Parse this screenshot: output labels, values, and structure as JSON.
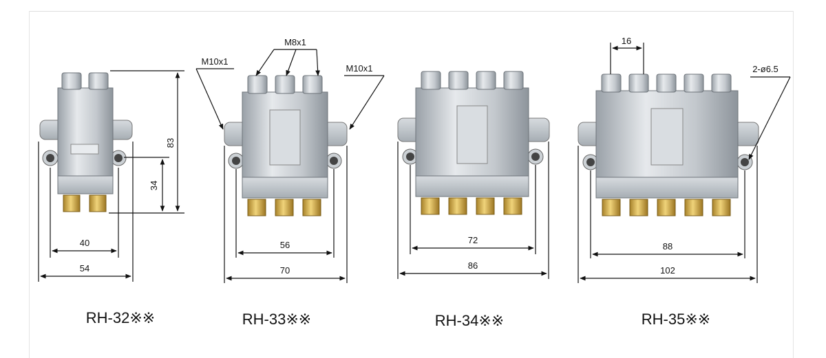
{
  "colors": {
    "metal": "#c9ced3",
    "metal_dark": "#8e959c",
    "brass": "#c9a23c",
    "line": "#111111"
  },
  "units": [
    {
      "model": "RH-32※※",
      "ports": 2,
      "dims": {
        "height_total": "83",
        "height_holes": "34",
        "hole_pitch": "40",
        "width_total": "54"
      }
    },
    {
      "model": "RH-33※※",
      "ports": 3,
      "dims": {
        "inlet_thread_left": "M10x1",
        "outlet_thread": "M8x1",
        "inlet_thread_right": "M10x1",
        "hole_pitch": "56",
        "width_total": "70"
      }
    },
    {
      "model": "RH-34※※",
      "ports": 4,
      "dims": {
        "hole_pitch": "72",
        "width_total": "86"
      }
    },
    {
      "model": "RH-35※※",
      "ports": 5,
      "dims": {
        "port_pitch": "16",
        "mount_holes": "2-ø6.5",
        "hole_pitch": "88",
        "width_total": "102"
      }
    }
  ]
}
